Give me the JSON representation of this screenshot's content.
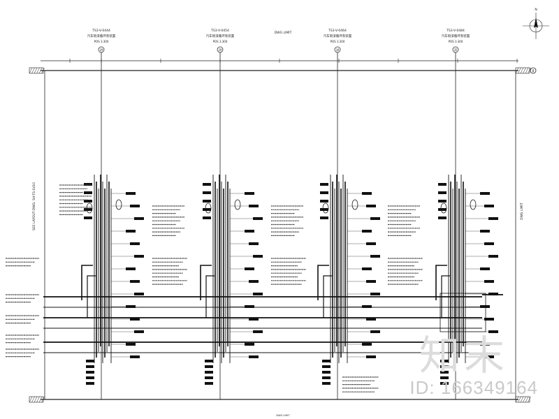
{
  "drawing": {
    "column_tags": [
      {
        "tag": "TS3-V-0444",
        "caption": "汽车喷漆循环泵装置",
        "scale": "POS 3.300",
        "bubble": "29"
      },
      {
        "tag": "TS3-V-0454",
        "caption": "汽车喷漆循环泵装置",
        "scale": "POS 3.300",
        "bubble": "29"
      },
      {
        "tag": "TS3-V-0464",
        "caption": "汽车喷漆循环泵装置",
        "scale": "POS 3.300",
        "bubble": "34"
      },
      {
        "tag": "TS3-V-0484",
        "caption": "汽车喷漆循环泵装置",
        "scale": "POS 3.300",
        "bubble": "35"
      }
    ],
    "top_center_label": "DWG LIMIT",
    "left_vertical_note": "SEE LAYOUT-DWG: SH-TS-0410",
    "right_vertical_note": "DWG LIMIT",
    "grid_bubble_right": "B",
    "north_arrow_label": "N",
    "bottom_center_label": "DWG LIMIT"
  },
  "watermark": {
    "logo": "知末",
    "id": "ID: 166349164"
  }
}
